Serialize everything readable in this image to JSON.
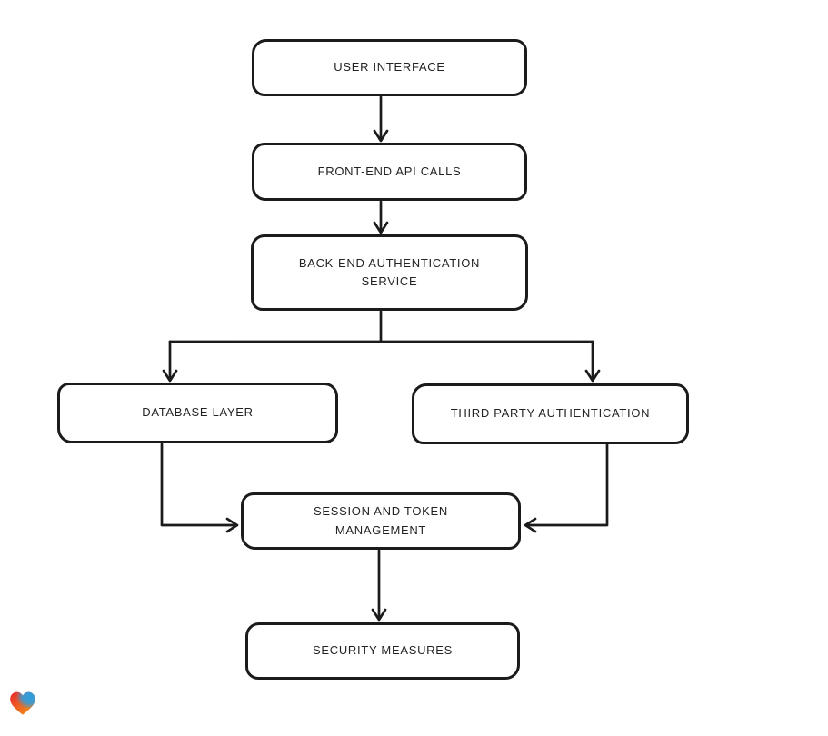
{
  "canvas": {
    "background": "#ffffff",
    "stroke_color": "#1b1b1b",
    "node_fill": "#ffffff",
    "text_color": "#232323"
  },
  "diagram": {
    "type": "flowchart",
    "direction": "top-down",
    "nodes": [
      {
        "id": "user-interface",
        "label": "USER INTERFACE"
      },
      {
        "id": "front-end-api-calls",
        "label": "FRONT-END API CALLS"
      },
      {
        "id": "back-end-authentication-service",
        "label": "BACK-END AUTHENTICATION\nSERVICE"
      },
      {
        "id": "database-layer",
        "label": "DATABASE LAYER"
      },
      {
        "id": "third-party-authentication",
        "label": "THIRD PARTY AUTHENTICATION"
      },
      {
        "id": "session-and-token-management",
        "label": "SESSION AND TOKEN\nMANAGEMENT"
      },
      {
        "id": "security-measures",
        "label": "SECURITY MEASURES"
      }
    ],
    "edges": [
      {
        "from": "user-interface",
        "to": "front-end-api-calls"
      },
      {
        "from": "front-end-api-calls",
        "to": "back-end-authentication-service"
      },
      {
        "from": "back-end-authentication-service",
        "to": "database-layer"
      },
      {
        "from": "back-end-authentication-service",
        "to": "third-party-authentication"
      },
      {
        "from": "database-layer",
        "to": "session-and-token-management"
      },
      {
        "from": "third-party-authentication",
        "to": "session-and-token-management"
      },
      {
        "from": "session-and-token-management",
        "to": "security-measures"
      }
    ]
  },
  "branding": {
    "logo": "heart-gradient-logo",
    "colors": {
      "red": "#e8262d",
      "orange": "#f69d1c",
      "blue": "#2b9fe0"
    }
  }
}
